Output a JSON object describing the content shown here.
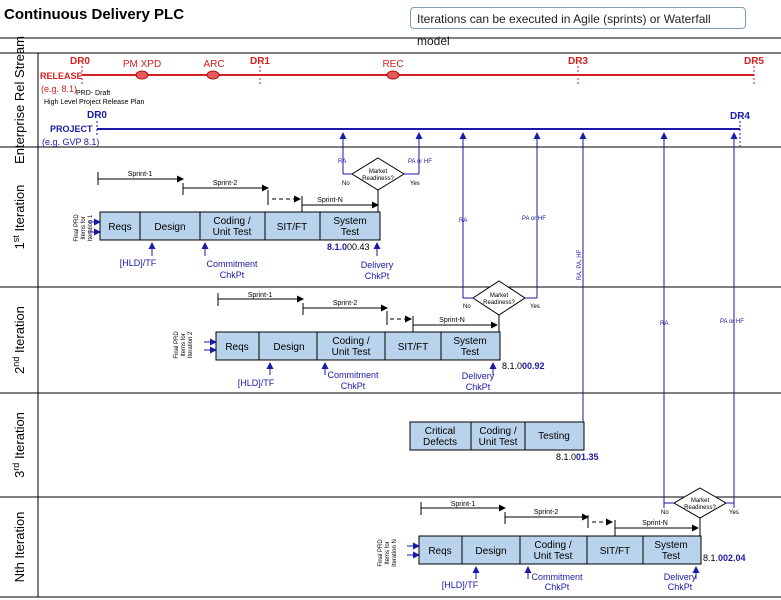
{
  "title": "Continuous Delivery PLC",
  "note": "Iterations can be executed in Agile (sprints) or Waterfall model",
  "colors": {
    "release": "#d42020",
    "project": "#1a1aa8",
    "box_fill": "#b9d3ec",
    "label_blue": "#2222aa",
    "border": "#000000"
  },
  "rows": {
    "stream": "Enterprise Rel Stream",
    "iter1": {
      "num": "1",
      "sup": "st",
      "rest": " Iteration"
    },
    "iter2": {
      "num": "2",
      "sup": "nd",
      "rest": " Iteration"
    },
    "iter3": {
      "num": "3",
      "sup": "rd",
      "rest": " Iteration"
    },
    "iterN": "Nth Iteration"
  },
  "release": {
    "label": "RELEASE",
    "example": "(e.g. 8.1)",
    "milestones": [
      "DR0",
      "PM XPD",
      "ARC",
      "DR1",
      "REC",
      "DR3",
      "DR5"
    ],
    "prd_note": "PRD- Draft",
    "plan_note": "High Level Project Release Plan"
  },
  "project": {
    "label": "PROJECT",
    "example": "(e.g. GVP 8.1)",
    "start": "DR0",
    "end": "DR4"
  },
  "iter1": {
    "side": [
      "Final PRD",
      "Items for",
      "Iteration 1"
    ],
    "phases": [
      [
        "Reqs"
      ],
      [
        "Design"
      ],
      [
        "Coding /",
        "Unit Test"
      ],
      [
        "SIT/FT"
      ],
      [
        "System",
        "Test"
      ]
    ],
    "sprints": [
      "Sprint-1",
      "Sprint-2",
      "Sprint-N"
    ],
    "version_a": "8.1.0",
    "version_b": "00.43",
    "hld": "[HLD]/TF",
    "commit": [
      "Commitment",
      "ChkPt"
    ],
    "delivery": [
      "Delivery",
      "ChkPt"
    ],
    "ra": "RA",
    "pahf": "PA or HF",
    "market": [
      "Market",
      "Readiness?"
    ],
    "no": "No",
    "yes": "Yes"
  },
  "iter2": {
    "side": [
      "Final PRD",
      "Items for",
      "Iteration 2"
    ],
    "phases": [
      [
        "Reqs"
      ],
      [
        "Design"
      ],
      [
        "Coding /",
        "Unit Test"
      ],
      [
        "SIT/FT"
      ],
      [
        "System",
        "Test"
      ]
    ],
    "sprints": [
      "Sprint-1",
      "Sprint-2",
      "Sprint-N"
    ],
    "version_a": "8.1.0",
    "version_b": "00.92",
    "hld": "[HLD]/TF",
    "commit": [
      "Commitment",
      "ChkPt"
    ],
    "delivery": [
      "Delivery",
      "ChkPt"
    ],
    "ra": "RA",
    "pahf": "PA or HF",
    "ra_pa_hf": "RA, PA, HF",
    "market": [
      "Market",
      "Readiness?"
    ],
    "no": "No",
    "yes": "Yes"
  },
  "iter3": {
    "phases": [
      [
        "Critical",
        "Defects"
      ],
      [
        "Coding /",
        "Unit Test"
      ],
      [
        "Testing"
      ]
    ],
    "version_a": "8.1.0",
    "version_b": "01.35",
    "ra": "RA",
    "pahf": "PA or HF"
  },
  "iterN": {
    "side": [
      "Final PRD",
      "Items for",
      "Iteration N"
    ],
    "phases": [
      [
        "Reqs"
      ],
      [
        "Design"
      ],
      [
        "Coding /",
        "Unit Test"
      ],
      [
        "SIT/FT"
      ],
      [
        "System",
        "Test"
      ]
    ],
    "sprints": [
      "Sprint-1",
      "Sprint-2",
      "Sprint-N"
    ],
    "version_a": "8.1.",
    "version_b": "002.04",
    "hld": "[HLD]/TF",
    "commit": [
      "Commitment",
      "ChkPt"
    ],
    "delivery": [
      "Delivery",
      "ChkPt"
    ],
    "market": [
      "Market",
      "Readiness?"
    ],
    "no": "No",
    "yes": "Yes"
  }
}
